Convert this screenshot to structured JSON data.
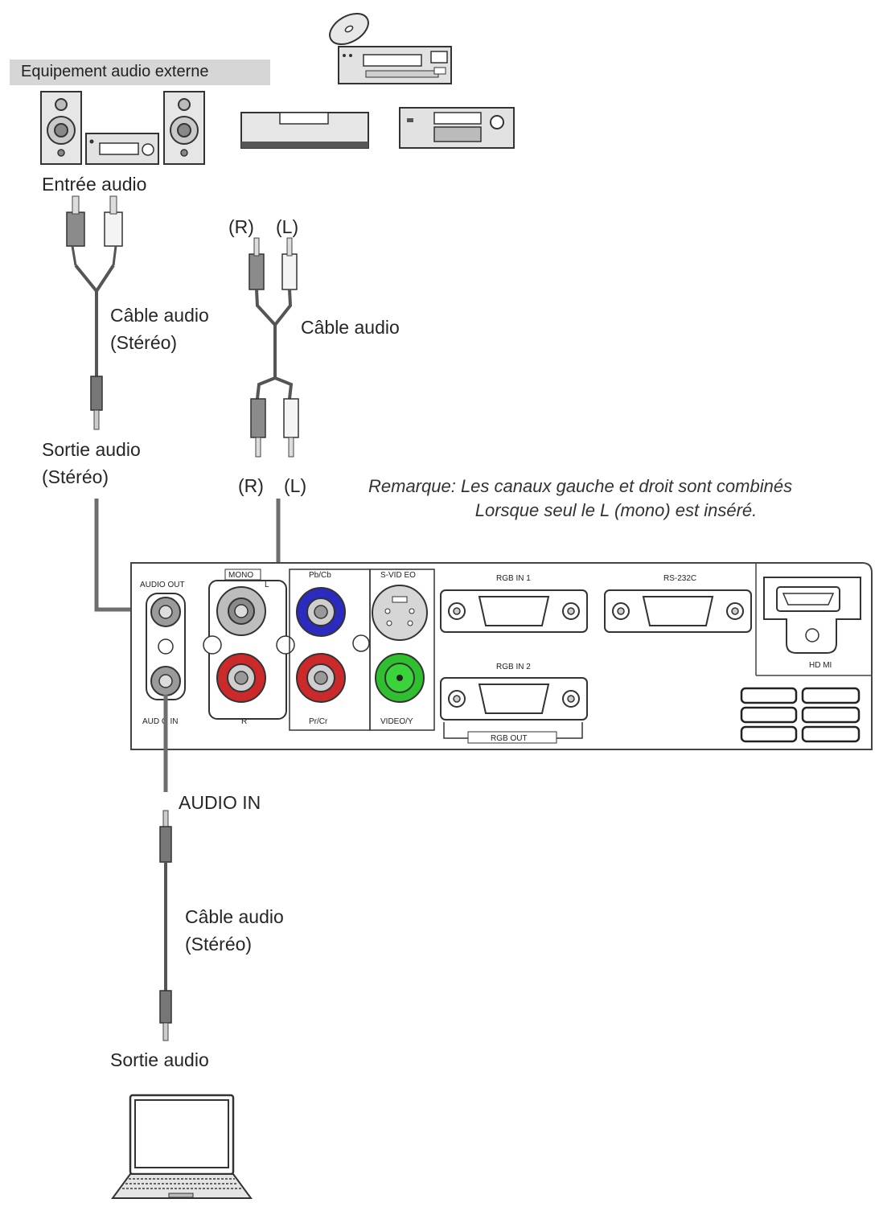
{
  "header": {
    "title": "Equipement audio externe"
  },
  "labels": {
    "audio_input": "Entrée audio",
    "cable_stereo_1_line1": "Câble audio",
    "cable_stereo_1_line2": "(Stéréo)",
    "audio_output_stereo_line1": "Sortie audio",
    "audio_output_stereo_line2": "(Stéréo)",
    "rl_top_r": "(R)",
    "rl_top_l": "(L)",
    "cable_rca": "Câble audio",
    "rl_bottom_r": "(R)",
    "rl_bottom_l": "(L)",
    "audio_in": "AUDIO IN",
    "cable_stereo_2_line1": "Câble audio",
    "cable_stereo_2_line2": "(Stéréo)",
    "audio_output": "Sortie audio"
  },
  "note": {
    "line1": "Remarque: Les canaux gauche et droit sont combinés",
    "line2": "Lorsque seul le L (mono) est inséré."
  },
  "panel": {
    "audio_out": "AUDIO OUT",
    "audio_in": "AUD O IN",
    "mono": "MONO",
    "l": "L",
    "r": "R",
    "pb_cb": "Pb/Cb",
    "pr_cr": "Pr/Cr",
    "s_video": "S-VID EO",
    "video_y": "VIDEO/Y",
    "rgb_in_1": "RGB IN 1",
    "rgb_in_2": "RGB IN 2",
    "rgb_out": "RGB OUT",
    "rs232c": "RS-232C",
    "hdmi": "HD MI"
  },
  "colors": {
    "cable": "#6e6e6e",
    "jack_blue": "#2b2bbf",
    "jack_red": "#cc2a2a",
    "jack_green": "#2fbf2f"
  }
}
